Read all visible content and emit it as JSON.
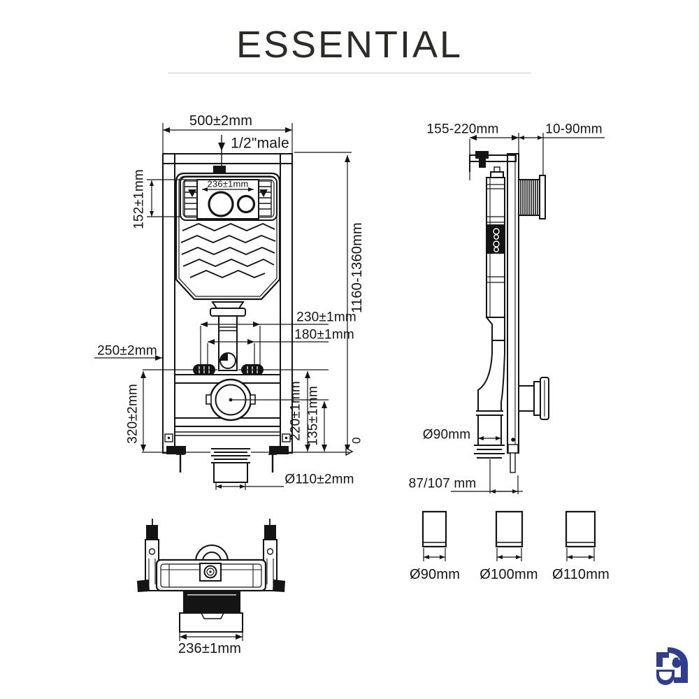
{
  "title": "ESSENTIAL",
  "front_view": {
    "frame_width": "500±2mm",
    "water_inlet": "1/2\"male",
    "button_panel_width": "236±1mm",
    "button_panel_height": "152±1mm",
    "installation_height": "1160-1360mm",
    "fixing_bolts_outer": "230±1mm",
    "fixing_bolts_inner": "180±1mm",
    "pipe_clamp_height": "250±2mm",
    "lower_frame_height": "320±2mm",
    "drain_center_height": "220±1mm",
    "drain_lower_height": "135±1mm",
    "floor_level": "0",
    "outlet_diameter": "Ø110±2mm"
  },
  "side_view": {
    "frame_depth": "155-220mm",
    "wall_clearance": "10-90mm",
    "elbow_diameter": "Ø90mm",
    "outlet_offset": "87/107 mm"
  },
  "top_view": {
    "cistern_width": "236±1mm"
  },
  "adapters": [
    {
      "diameter": "Ø90mm"
    },
    {
      "diameter": "Ø100mm"
    },
    {
      "diameter": "Ø110mm"
    }
  ],
  "colors": {
    "line": "#141414",
    "title": "#2b2b27",
    "divider": "#cccccc",
    "logo": "#2e3d8c"
  }
}
